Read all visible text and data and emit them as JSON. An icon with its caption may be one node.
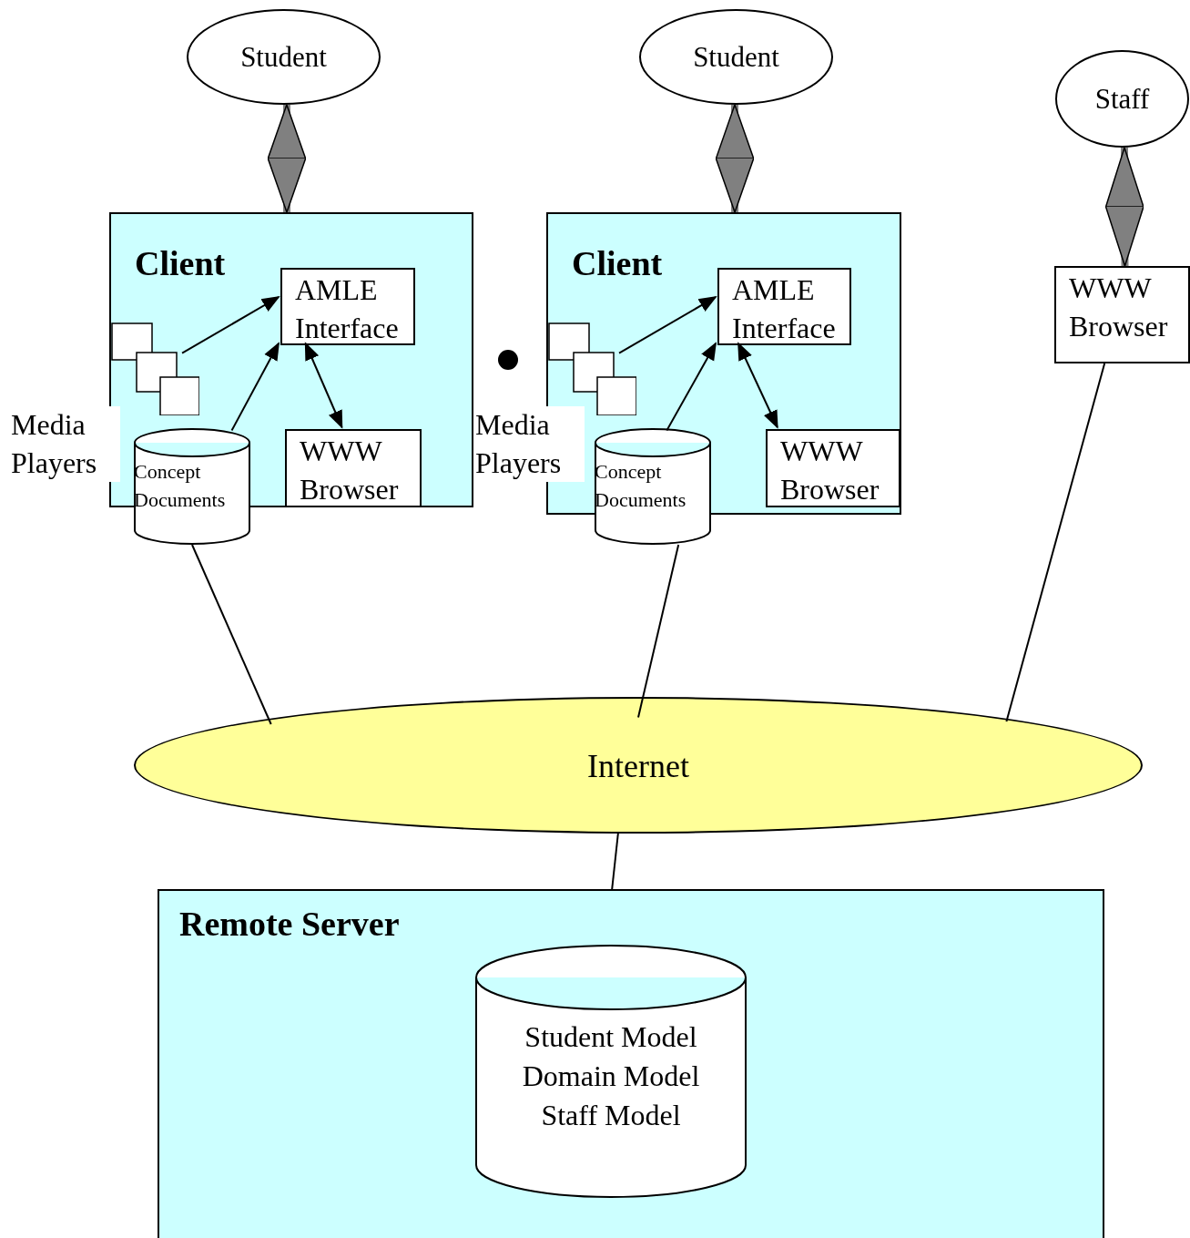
{
  "diagram": {
    "nodes": [
      {
        "text": [
          "Student"
        ]
      },
      {
        "text": [
          "Student"
        ]
      },
      {
        "text": [
          "Staff"
        ]
      },
      {
        "text": [
          "Client"
        ]
      },
      {
        "text": [
          "AMLE Interface"
        ],
        "in": 3
      },
      {
        "text": [
          "WWW Browser"
        ],
        "in": 3
      },
      {
        "text": [],
        "shape": "box",
        "beside": [
          "Media Players"
        ],
        "in": 3
      },
      {
        "text": [
          "Concept Documents"
        ]
      },
      {
        "text": [
          "Client"
        ]
      },
      {
        "text": [
          "AMLE Interface"
        ],
        "in": 8
      },
      {
        "text": [
          "WWW Browser"
        ],
        "in": 8
      },
      {
        "text": [],
        "shape": "box",
        "beside": [
          "Media Players"
        ],
        "in": 8
      },
      {
        "text": [
          "Concept Documents"
        ]
      },
      {
        "text": [
          "WWW Browser"
        ]
      },
      {
        "text": [
          "Internet"
        ]
      },
      {
        "text": [
          "Remote Server"
        ]
      },
      {
        "text": [
          "Student Model Domain Model Staff Model"
        ],
        "in": 15
      }
    ],
    "edges": [
      {
        "from": 0,
        "to": 3,
        "arrow": "both",
        "style": "thick",
        "color": "#808080"
      },
      {
        "from": 1,
        "to": 8,
        "arrow": "both",
        "style": "thick",
        "color": "#808080"
      },
      {
        "from": 2,
        "to": 13,
        "arrow": "both",
        "style": "thick",
        "color": "#808080"
      },
      {
        "from": 6,
        "to": 4,
        "arrow": "to"
      },
      {
        "from": 7,
        "to": 4,
        "arrow": "to"
      },
      {
        "from": 4,
        "to": 5,
        "arrow": "both"
      },
      {
        "from": 11,
        "to": 9,
        "arrow": "to"
      },
      {
        "from": 12,
        "to": 9,
        "arrow": "to"
      },
      {
        "from": 9,
        "to": 10,
        "arrow": "both"
      },
      {
        "from": 7,
        "to": 14,
        "arrow": "none"
      },
      {
        "from": 12,
        "to": 14,
        "arrow": "none"
      },
      {
        "from": 13,
        "to": 14,
        "arrow": "none"
      },
      {
        "from": 14,
        "to": 15,
        "arrow": "none"
      }
    ]
  }
}
